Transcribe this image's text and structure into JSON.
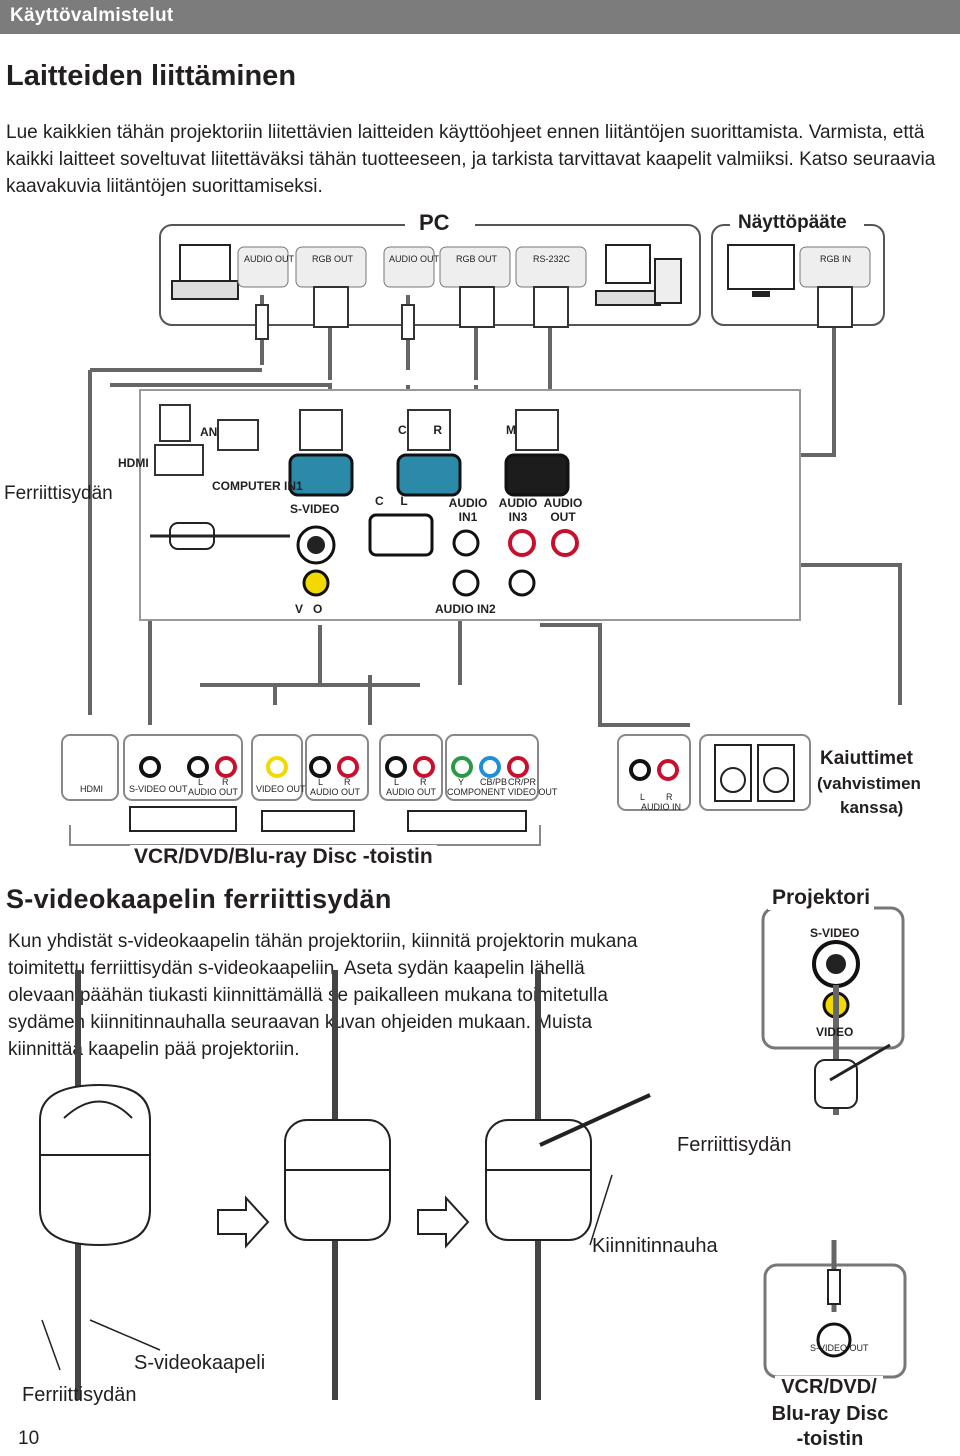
{
  "header": {
    "section": "Käyttövalmistelut"
  },
  "page_title": "Laitteiden liittäminen",
  "intro": "Lue kaikkien tähän projektoriin liitettävien laitteiden käyttöohjeet ennen liitäntöjen suorittamista. Varmista, että kaikki laitteet soveltuvat liitettäväksi tähän tuotteeseen, ja tarkista tarvittavat kaapelit valmiiksi. Katso seuraavia kaavakuvia liitäntöjen suorittamiseksi.",
  "diagram": {
    "pc_label": "PC",
    "monitor_label": "Näyttöpääte",
    "pc_ports": [
      "AUDIO OUT",
      "RGB OUT",
      "AUDIO OUT",
      "RGB OUT",
      "RS-232C"
    ],
    "monitor_port": "RGB IN",
    "ferrite_label": "Ferriittisydän",
    "projector_ports": {
      "hdmi": "HDMI",
      "lan": "AN",
      "computer_in1": "COMPUTER IN1",
      "computer_in2": "C        R",
      "monitor_out": "M",
      "svideo": "S-VIDEO",
      "control": "C     L",
      "audio_in1": "AUDIO IN1",
      "audio_in3": "AUDIO IN3",
      "audio_out": "AUDIO OUT",
      "video": "V   O",
      "audio_in2": "AUDIO IN2"
    },
    "vcr_ports": {
      "hdmi": "HDMI",
      "svideo_out": "S-VIDEO OUT",
      "l": "L",
      "r": "R",
      "audio_out": "AUDIO OUT",
      "video_out": "VIDEO OUT",
      "y": "Y",
      "cb": "CB/PB",
      "cr": "CR/PR",
      "component": "COMPONENT VIDEO OUT"
    },
    "speaker_port": "AUDIO IN",
    "speakers_label_1": "Kaiuttimet",
    "speakers_label_2": "(vahvistimen",
    "speakers_label_3": "kanssa)",
    "vcr_label": "VCR/DVD/Blu-ray Disc -toistin"
  },
  "section": {
    "title": "S-videokaapelin ferriittisydän",
    "body": "Kun yhdistät s-videokaapelin tähän projektoriin, kiinnitä projektorin mukana toimitettu ferriittisydän s-videokaapeliin. Aseta sydän kaapelin lähellä olevaan päähän tiukasti kiinnittämällä se paikalleen mukana toimitetulla sydämen kiinnitinnauhalla seuraavan kuvan ohjeiden mukaan. Muista kiinnittää kaapelin pää projektoriin."
  },
  "ferrite_figure": {
    "projector_label": "Projektori",
    "svideo": "S-VIDEO",
    "video": "VIDEO",
    "ferrite": "Ferriittisydän",
    "band": "Kiinnitinnauha",
    "cable": "S-videokaapeli",
    "ferrite_bottom": "Ferriittisydän",
    "svideo_out": "S-VIDEO OUT",
    "vcr_1": "VCR/DVD/",
    "vcr_2": "Blu-ray Disc",
    "vcr_3": "-toistin"
  },
  "page_number": "10",
  "colors": {
    "header": "#7c7c7c",
    "red": "#c8102e",
    "yellow": "#f2d900",
    "green": "#2a9a48",
    "blue": "#1f8fd6",
    "monitor_port": "#1c1c1c",
    "vga_teal": "#2b8aa8"
  }
}
